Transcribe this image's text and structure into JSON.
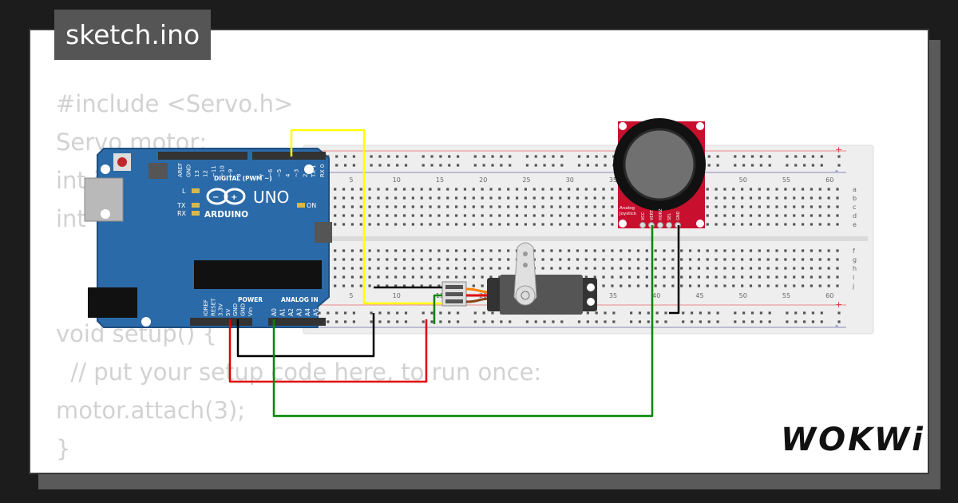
{
  "title_tag": "sketch.ino",
  "code_lines": [
    "#include <Servo.h>",
    "Servo motor;",
    "int i",
    "int",
    "",
    "",
    "void setup() {",
    "  // put your setup code here, to run once:",
    "motor.attach(3);",
    "}"
  ],
  "board": {
    "brand": "ARDUINO",
    "model": "UNO",
    "digital_header": "DIGITAL (PWM ~)",
    "power_label": "POWER",
    "analog_label": "ANALOG IN",
    "led_l": "L",
    "led_tx": "TX",
    "led_rx": "RX",
    "led_on": "ON",
    "digital_pins": [
      "AREF",
      "GND",
      "13",
      "12",
      "~11",
      "~10",
      "~9",
      "8",
      "7",
      "~6",
      "~5",
      "4",
      "~3",
      "2",
      "TX 1",
      "RX 0"
    ],
    "power_pins": [
      "IOREF",
      "RESET",
      "3.3V",
      "5V",
      "GND",
      "GND",
      "Vin"
    ],
    "analog_pins": [
      "A0",
      "A1",
      "A2",
      "A3",
      "A4",
      "A5"
    ]
  },
  "breadboard": {
    "col_numbers": [
      "5",
      "10",
      "15",
      "20",
      "25",
      "30",
      "35",
      "40",
      "45",
      "50",
      "55",
      "60"
    ],
    "row_letters_top": [
      "a",
      "b",
      "c",
      "d",
      "e"
    ],
    "row_letters_bottom": [
      "f",
      "g",
      "h",
      "i",
      "j"
    ],
    "plus": "+",
    "minus": "-"
  },
  "joystick": {
    "label1": "Analog",
    "label2": "Joystick",
    "pins": [
      "VCC",
      "VERT",
      "HORZ",
      "SEL",
      "GND"
    ]
  },
  "logo": "WOKWi",
  "colors": {
    "board_blue": "#2b6aa8",
    "wire_yellow": "#ffff00",
    "wire_red": "#e00000",
    "wire_green": "#008800",
    "wire_black": "#000000",
    "joystick_red": "#c8102e"
  }
}
